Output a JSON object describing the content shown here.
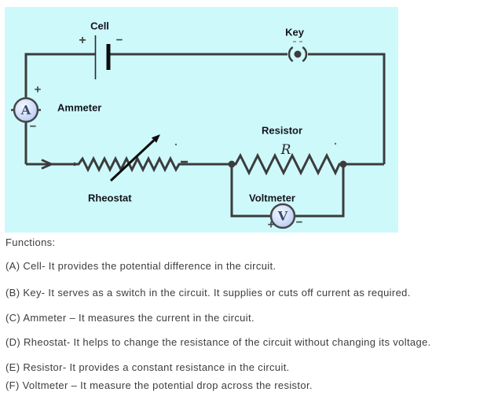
{
  "colors": {
    "panel_bg": "#cdf9fb",
    "wire": "#3c3c3c",
    "label": "#14141c",
    "body_text": "#3d3d3d",
    "meter_letter": "#3b4a6b"
  },
  "diagram": {
    "cell": {
      "label": "Cell",
      "plus": "+",
      "minus": "−"
    },
    "key": {
      "label": "Key"
    },
    "ammeter": {
      "label": "Ammeter",
      "letter": "A",
      "plus": "+",
      "minus": "−"
    },
    "rheostat": {
      "label": "Rheostat"
    },
    "resistor": {
      "label": "Resistor",
      "symbol": "R"
    },
    "voltmeter": {
      "label": "Voltmeter",
      "letter": "V",
      "plus": "+",
      "minus": "−"
    }
  },
  "functions": {
    "heading": "Functions:",
    "items": [
      "(A) Cell- It provides the potential difference in the circuit.",
      "(B) Key- It serves as a switch in the circuit. It supplies or cuts off current as required.",
      "(C) Ammeter – It measures the current in the circuit.",
      "(D) Rheostat- It helps to change the resistance of the circuit without changing its voltage.",
      "(E) Resistor- It provides a constant resistance in the circuit.",
      "(F) Voltmeter – It measure the potential drop across the resistor."
    ]
  }
}
